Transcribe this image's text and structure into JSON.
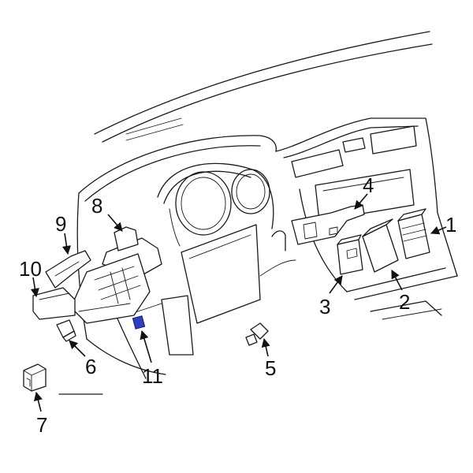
{
  "callouts": [
    {
      "id": "1",
      "label": "1"
    },
    {
      "id": "2",
      "label": "2"
    },
    {
      "id": "3",
      "label": "3"
    },
    {
      "id": "4",
      "label": "4"
    },
    {
      "id": "5",
      "label": "5"
    },
    {
      "id": "6",
      "label": "6"
    },
    {
      "id": "7",
      "label": "7"
    },
    {
      "id": "8",
      "label": "8"
    },
    {
      "id": "9",
      "label": "9"
    },
    {
      "id": "10",
      "label": "10"
    },
    {
      "id": "11",
      "label": "11"
    }
  ],
  "colors": {
    "line": "#1a1a1a",
    "highlight_part": "#2f3fbf",
    "background": "#ffffff"
  }
}
